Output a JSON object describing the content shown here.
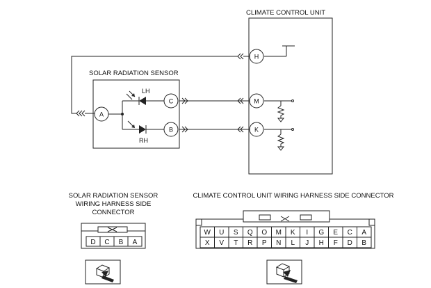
{
  "climate_unit": {
    "title": "CLIMATE CONTROL UNIT",
    "pins": [
      "H",
      "M",
      "K"
    ]
  },
  "solar_sensor": {
    "title": "SOLAR RADIATION SENSOR",
    "pins": [
      "A",
      "C",
      "B"
    ],
    "lh_label": "LH",
    "rh_label": "RH"
  },
  "sensor_connector": {
    "caption_lines": [
      "SOLAR RADIATION SENSOR",
      "WIRING HARNESS SIDE",
      "CONNECTOR"
    ],
    "pins": [
      "D",
      "C",
      "B",
      "A"
    ]
  },
  "ccu_connector": {
    "caption": "CLIMATE CONTROL UNIT WIRING HARNESS SIDE CONNECTOR",
    "top_row": [
      "W",
      "U",
      "S",
      "Q",
      "O",
      "M",
      "K",
      "I",
      "G",
      "E",
      "C",
      "A"
    ],
    "bottom_row": [
      "X",
      "V",
      "T",
      "R",
      "P",
      "N",
      "L",
      "J",
      "H",
      "F",
      "D",
      "B"
    ]
  },
  "icons": [
    "connector-view-icon",
    "connector-view-icon"
  ]
}
